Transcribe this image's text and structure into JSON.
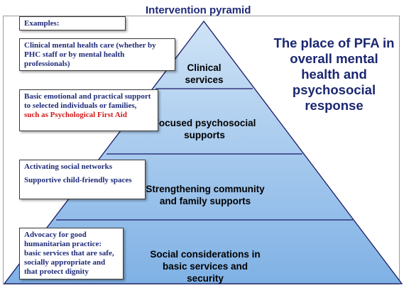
{
  "title": "Intervention pyramid",
  "pfa_heading": "The place of PFA in overall mental health and psychosocial response",
  "colors": {
    "pyramid_top": "#cfe3f6",
    "pyramid_bottom": "#7fb1e5",
    "pyramid_line": "#1a1a66",
    "box_text": "#1e2a78",
    "highlight": "#d21a1a"
  },
  "tiers": [
    {
      "label": "Clinical services"
    },
    {
      "label": "Focused psychosocial supports"
    },
    {
      "label": "Strengthening community and family supports"
    },
    {
      "label": "Social considerations in basic services and security"
    }
  ],
  "boxes": {
    "examples": "Examples:",
    "clinical": "Clinical mental health care (whether by PHC staff or by mental health professionals)",
    "focused_main": "Basic emotional and practical support to selected individuals or families,",
    "focused_highlight": "such as Psychological First Aid",
    "community_1": "Activating social networks",
    "community_2": "Supportive child-friendly spaces",
    "basic": "Advocacy for good humanitarian practice: basic services that are safe, socially appropriate and that protect dignity"
  }
}
